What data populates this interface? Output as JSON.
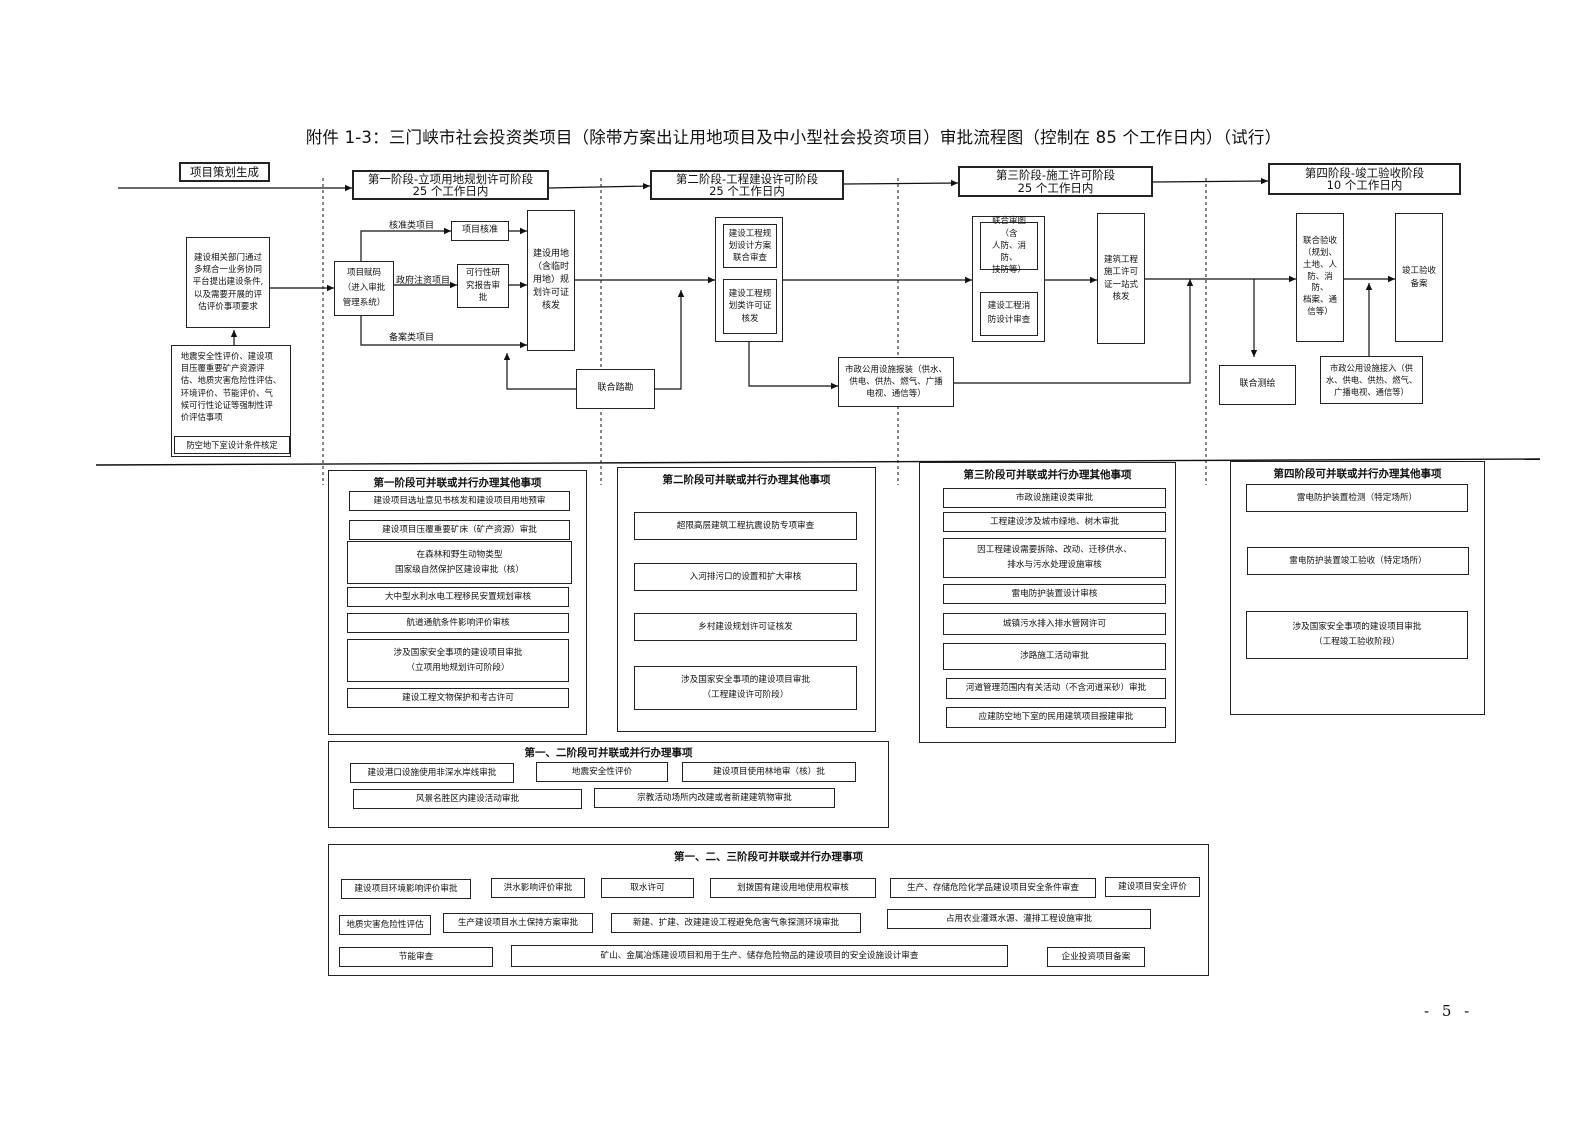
{
  "title": "附件 1-3：三门峡市社会投资类项目（除带方案出让用地项目及中小型社会投资项目）审批流程图（控制在 85 个工作日内）（试行）",
  "page_number": "- 5 -",
  "stage_headers": {
    "start": "项目策划生成",
    "stage1": "第一阶段-立项用地规划许可阶段\n25 个工作日内",
    "stage2": "第二阶段-工程建设许可阶段\n25 个工作日内",
    "stage3": "第三阶段-施工许可阶段\n25 个工作日内",
    "stage4": "第四阶段-竣工验收阶段\n10 个工作日内"
  },
  "flow": {
    "prep": "建设相关部门通过\n多规合一业务协同\n平台提出建设条件,\n以及需要开展的评\n估评价事项要求",
    "evaluations": "地震安全性评价、建设项\n目压覆重要矿产资源评\n估、地质灾害危险性评估、\n环境评价、节能评价、气\n候可行性论证等强制性评\n价评估事项",
    "civil_defense": "防空地下室设计条件核定",
    "code_assign": "项目赋码\n（进入审批\n管理系统）",
    "label_approve": "核准类项目",
    "label_gov": "政府注资项目",
    "label_record": "备案类项目",
    "approve": "项目核准",
    "feasibility": "可行性研\n究报告审\n批",
    "land_permit": "建设用地\n（含临时\n用地）规\n划许可证\n核发",
    "joint_survey": "联合踏勘",
    "plan_review": "建设工程规\n划设计方案\n联合审查",
    "plan_permit": "建设工程规\n划类许可证\n核发",
    "utility_install": "市政公用设施报装（供水、\n供电、供热、燃气、广播\n电视、通信等）",
    "joint_drawing": "联合审图（含\n人防、消防、\n技防等）",
    "fire_design": "建设工程消\n防设计审查",
    "construction_permit": "建筑工程\n施工许可\n证一站式\n核发",
    "joint_acceptance": "联合验收\n（规划、\n土地、人\n防、消防、\n档案、通\n信等）",
    "completion_record": "竣工验收\n备案",
    "joint_mapping": "联合测绘",
    "utility_connect": "市政公用设施接入（供\n水、供电、供热、燃气、\n广播电视、通信等）"
  },
  "parallel": {
    "stage1": {
      "title": "第一阶段可并联或并行办理其他事项",
      "items": [
        "建设项目选址意见书核发和建设项目用地预审",
        "建设项目压覆重要矿床（矿产资源）审批",
        "在森林和野生动物类型\n国家级自然保护区建设审批（核）",
        "大中型水利水电工程移民安置规划审核",
        "航道通航条件影响评价审核",
        "涉及国家安全事项的建设项目审批\n（立项用地规划许可阶段）",
        "建设工程文物保护和考古许可"
      ]
    },
    "stage2": {
      "title": "第二阶段可并联或并行办理其他事项",
      "items": [
        "超限高层建筑工程抗震设防专项审查",
        "入河排污口的设置和扩大审核",
        "乡村建设规划许可证核发",
        "涉及国家安全事项的建设项目审批\n（工程建设许可阶段）"
      ]
    },
    "stage3": {
      "title": "第三阶段可并联或并行办理其他事项",
      "items": [
        "市政设施建设类审批",
        "工程建设涉及城市绿地、树木审批",
        "因工程建设需要拆除、改动、迁移供水、\n排水与污水处理设施审核",
        "雷电防护装置设计审核",
        "城镇污水排入排水管网许可",
        "涉路施工活动审批",
        "河道管理范围内有关活动（不含河道采砂）审批",
        "应建防空地下室的民用建筑项目报建审批"
      ]
    },
    "stage4": {
      "title": "第四阶段可并联或并行办理其他事项",
      "items": [
        "雷电防护装置检测（特定场所）",
        "雷电防护装置竣工验收（特定场所）",
        "涉及国家安全事项的建设项目审批\n（工程竣工验收阶段）"
      ]
    },
    "stage12": {
      "title": "第一、二阶段可并联或并行办理事项",
      "items": [
        "建设港口设施使用非深水岸线审批",
        "地震安全性评价",
        "建设项目使用林地审（核）批",
        "风景名胜区内建设活动审批",
        "宗教活动场所内改建或者新建建筑物审批"
      ]
    },
    "stage123": {
      "title": "第一、二、三阶段可并联或并行办理事项",
      "items": [
        "建设项目环境影响评价审批",
        "洪水影响评价审批",
        "取水许可",
        "划拨国有建设用地使用权审核",
        "生产、存储危险化学品建设项目安全条件审查",
        "建设项目安全评价",
        "地质灾害危险性评估",
        "生产建设项目水土保持方案审批",
        "新建、扩建、改建建设工程避免危害气象探测环境审批",
        "占用农业灌溉水源、灌排工程设施审批",
        "节能审查",
        "矿山、金属冶炼建设项目和用于生产、储存危险物品的建设项目的安全设施设计审查",
        "企业投资项目备案"
      ]
    }
  }
}
